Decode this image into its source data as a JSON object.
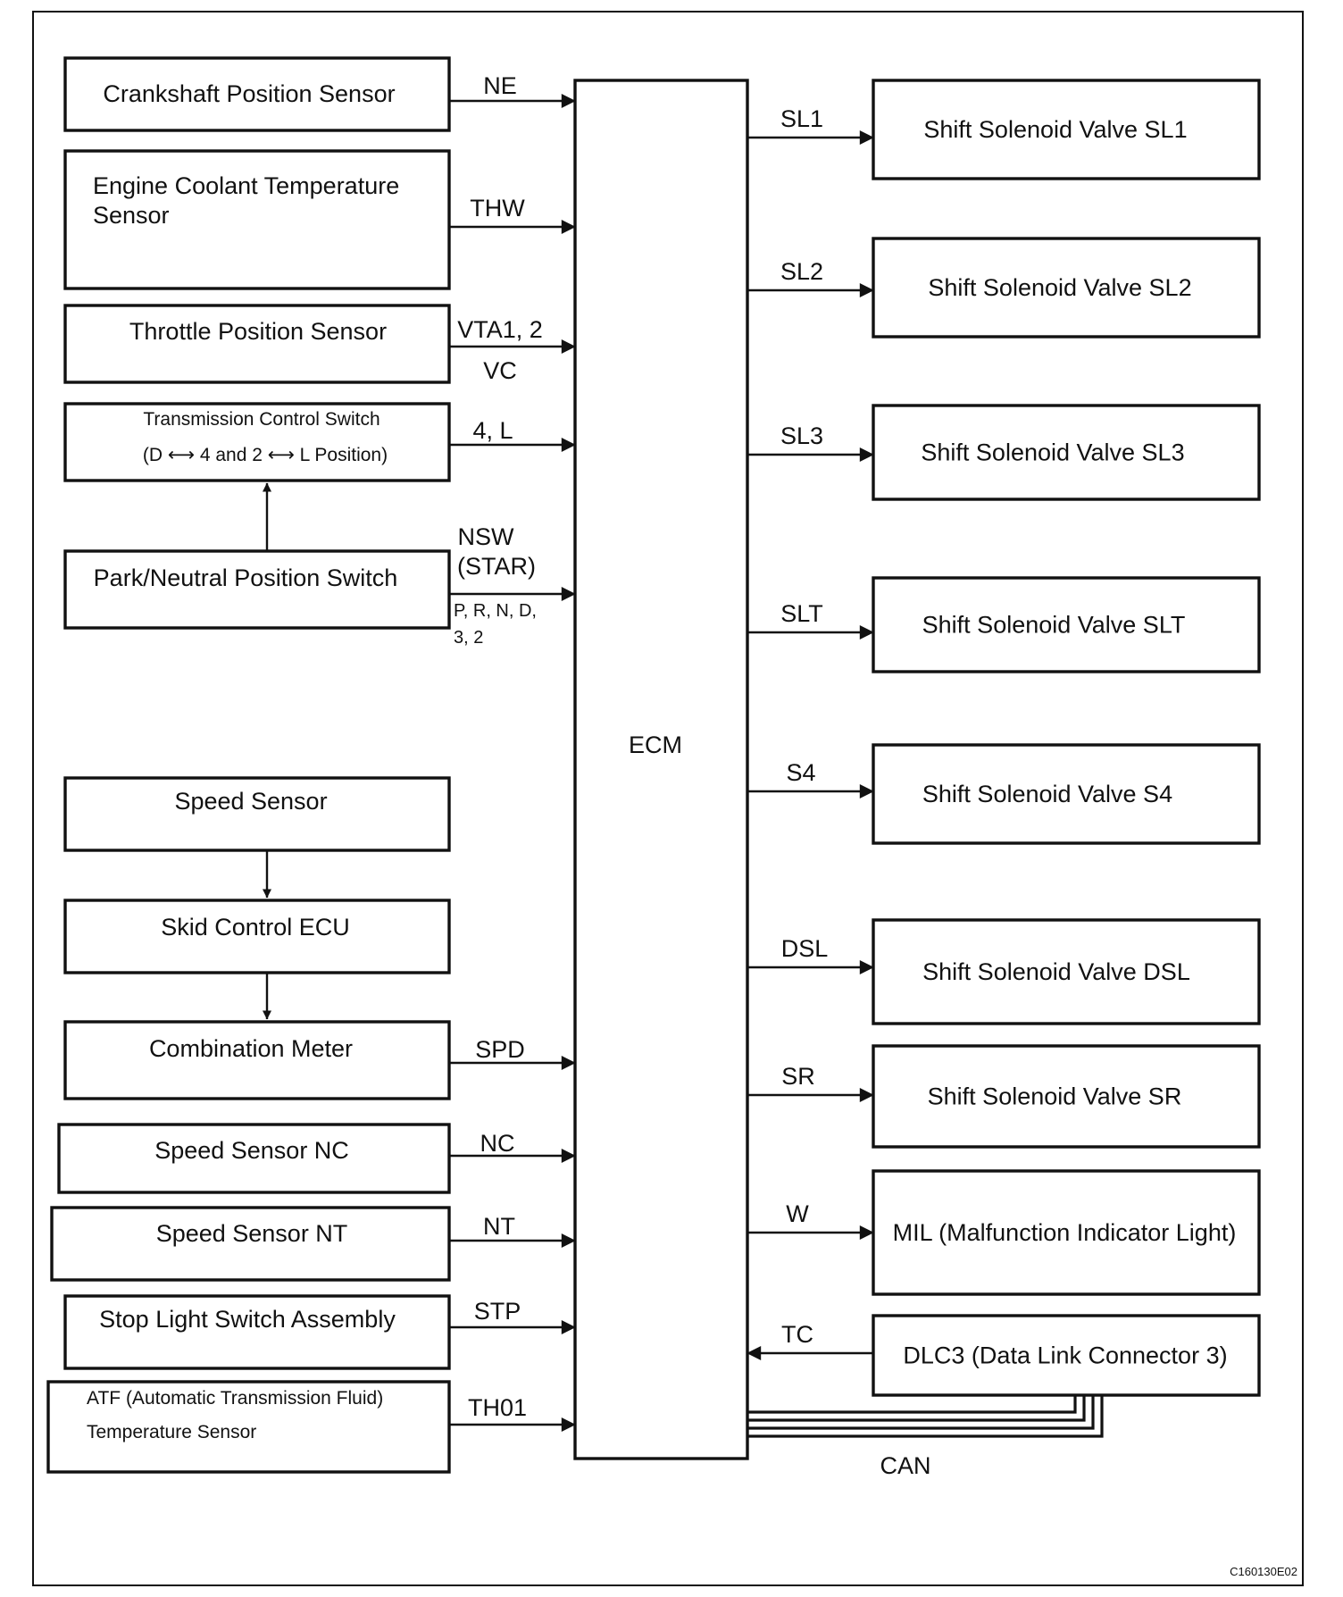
{
  "ecm": {
    "label": "ECM"
  },
  "inputs": [
    {
      "id": "crankshaft",
      "lines": [
        "Crankshaft Position Sensor"
      ],
      "signal": [
        "NE"
      ]
    },
    {
      "id": "coolant",
      "lines": [
        "Engine Coolant Temperature",
        "Sensor"
      ],
      "signal": [
        "THW"
      ]
    },
    {
      "id": "throttle",
      "lines": [
        "Throttle Position Sensor"
      ],
      "signal": [
        "VTA1, 2",
        "VC"
      ]
    },
    {
      "id": "transmission-switch",
      "lines": [
        "Transmission Control Switch",
        "(D ⟷ 4 and 2 ⟷ L Position)"
      ],
      "signal": [
        "4, L"
      ]
    },
    {
      "id": "park-neutral",
      "lines": [
        "Park/Neutral Position Switch"
      ],
      "signal": [
        "NSW",
        "(STAR)"
      ],
      "subsignal": [
        "P, R, N, D,",
        "3, 2"
      ]
    },
    {
      "id": "speed-sensor",
      "lines": [
        "Speed Sensor"
      ]
    },
    {
      "id": "skid-ecu",
      "lines": [
        "Skid Control ECU"
      ]
    },
    {
      "id": "combination-meter",
      "lines": [
        "Combination Meter"
      ],
      "signal": [
        "SPD"
      ]
    },
    {
      "id": "speed-sensor-nc",
      "lines": [
        "Speed Sensor NC"
      ],
      "signal": [
        "NC"
      ]
    },
    {
      "id": "speed-sensor-nt",
      "lines": [
        "Speed Sensor NT"
      ],
      "signal": [
        "NT"
      ]
    },
    {
      "id": "stop-light",
      "lines": [
        "Stop Light Switch Assembly"
      ],
      "signal": [
        "STP"
      ]
    },
    {
      "id": "atf-sensor",
      "lines": [
        "ATF (Automatic Transmission Fluid)",
        "Temperature Sensor"
      ],
      "signal": [
        "TH01"
      ]
    }
  ],
  "outputs": [
    {
      "id": "sl1",
      "label": "Shift Solenoid Valve SL1",
      "signal": "SL1"
    },
    {
      "id": "sl2",
      "label": "Shift Solenoid Valve SL2",
      "signal": "SL2"
    },
    {
      "id": "sl3",
      "label": "Shift Solenoid Valve SL3",
      "signal": "SL3"
    },
    {
      "id": "slt",
      "label": "Shift Solenoid Valve SLT",
      "signal": "SLT"
    },
    {
      "id": "s4",
      "label": "Shift Solenoid Valve S4",
      "signal": "S4"
    },
    {
      "id": "dsl",
      "label": "Shift Solenoid Valve DSL",
      "signal": "DSL"
    },
    {
      "id": "sr",
      "label": "Shift Solenoid Valve SR",
      "signal": "SR"
    },
    {
      "id": "mil",
      "label": "MIL (Malfunction Indicator Light)",
      "signal": "W"
    },
    {
      "id": "dlc3",
      "label": "DLC3 (Data Link Connector 3)",
      "signal": "TC"
    }
  ],
  "bus": {
    "label": "CAN"
  },
  "figure_code": "C160130E02"
}
